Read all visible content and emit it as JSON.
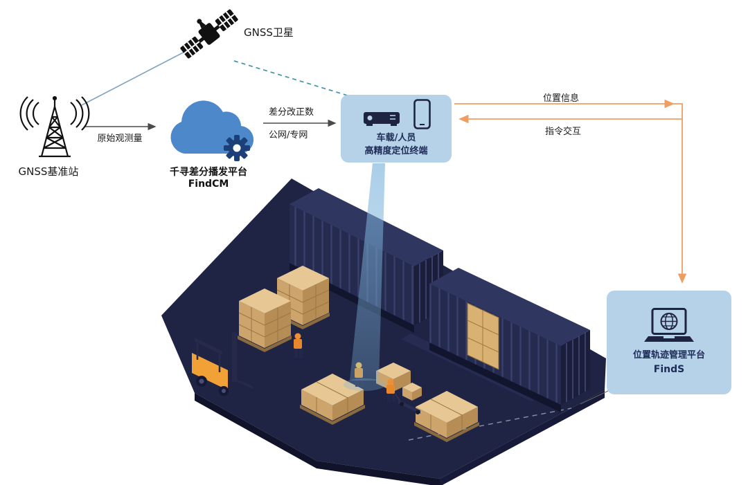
{
  "nodes": {
    "satellite": {
      "label": "GNSS卫星",
      "icon": "satellite-icon"
    },
    "base_station": {
      "label": "GNSS基准站",
      "icon": "radio-tower-icon"
    },
    "cloud": {
      "title": "千寻差分播发平台",
      "subtitle": "FindCM",
      "icon": "cloud-gear-icon"
    },
    "terminal": {
      "line1": "车载/人员",
      "line2": "高精度定位终端",
      "icons": [
        "receiver-icon",
        "smartphone-icon"
      ]
    },
    "platform": {
      "title": "位置轨迹管理平台",
      "subtitle": "FindS",
      "icon": "laptop-globe-icon"
    }
  },
  "edges": {
    "raw_observation": "原始观测量",
    "correction_line1": "差分改正数",
    "correction_line2": "公网/专网",
    "position_info": "位置信息",
    "command_interaction": "指令交互"
  },
  "scene": {
    "description": "isometric container yard with two shipping containers, cargo pallets, forklift and workers; blue positioning beam from terminal to worker"
  },
  "colors": {
    "panel_blue": "#b6d2e8",
    "navy_text": "#1d2b56",
    "cloud_blue": "#4c88ca",
    "gear_blue": "#1d3f78",
    "orange_arrow": "#ee9e63",
    "teal_dashed": "#3f93a8",
    "steel_line": "#7fa3bd",
    "gray_arrow": "#4a4a4a",
    "floor_navy": "#1f2444",
    "container_navy": "#252b4e",
    "cargo_tan": "#d8b682",
    "forklift_orange": "#f1a135",
    "beam_blue": "#7db4dc"
  }
}
